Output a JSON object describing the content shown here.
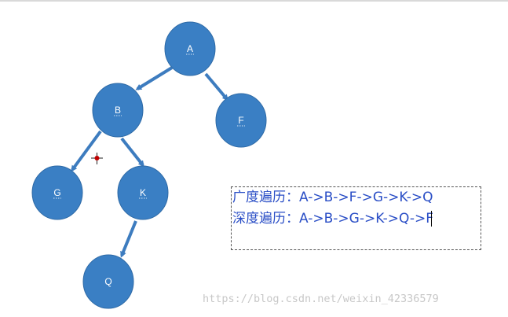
{
  "diagram": {
    "nodes": [
      {
        "id": "A",
        "label": "A"
      },
      {
        "id": "B",
        "label": "B"
      },
      {
        "id": "F",
        "label": "F"
      },
      {
        "id": "G",
        "label": "G"
      },
      {
        "id": "K",
        "label": "K"
      },
      {
        "id": "Q",
        "label": "Q"
      }
    ],
    "edges": [
      {
        "from": "A",
        "to": "B"
      },
      {
        "from": "A",
        "to": "F"
      },
      {
        "from": "B",
        "to": "G"
      },
      {
        "from": "B",
        "to": "K"
      },
      {
        "from": "K",
        "to": "Q"
      }
    ],
    "colors": {
      "node_fill": "#3a7fc4",
      "node_stroke": "#2e6aa6",
      "edge": "#3d7cbf",
      "text": "#2a4ec6"
    }
  },
  "traversal": {
    "bfs_line": "广度遍历：A->B->F->G->K->Q",
    "dfs_line": "深度遍历：A->B->G->K->Q->F"
  },
  "watermark": "https://blog.csdn.net/weixin_42336579"
}
